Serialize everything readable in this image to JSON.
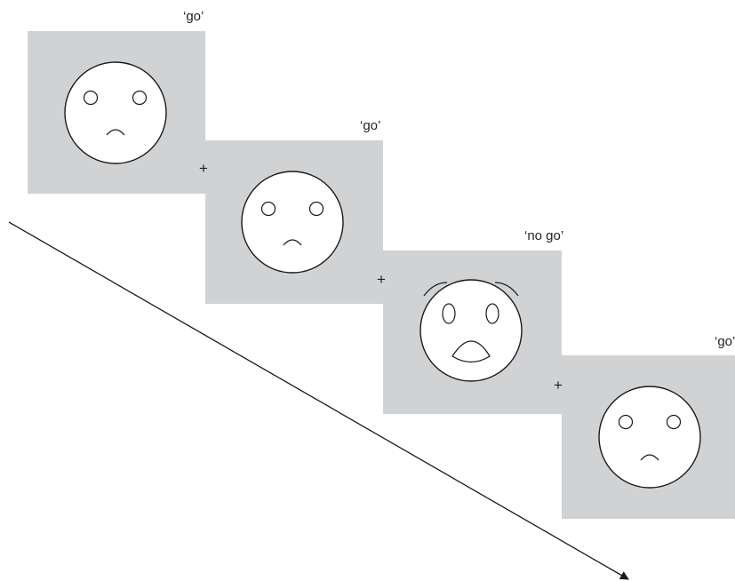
{
  "colors": {
    "panel": "#d1d2d4",
    "face": "#ffffff",
    "stroke": "#1a1a1a"
  },
  "trials": [
    {
      "label": "‘go’",
      "face": "sad-face-icon"
    },
    {
      "label": "‘go’",
      "face": "sad-face-icon"
    },
    {
      "label": "‘no go’",
      "face": "fearful-face-icon"
    },
    {
      "label": "‘go’",
      "face": "sad-face-icon"
    }
  ],
  "fixation_symbol": "+",
  "time_arrow": "arrow-icon"
}
